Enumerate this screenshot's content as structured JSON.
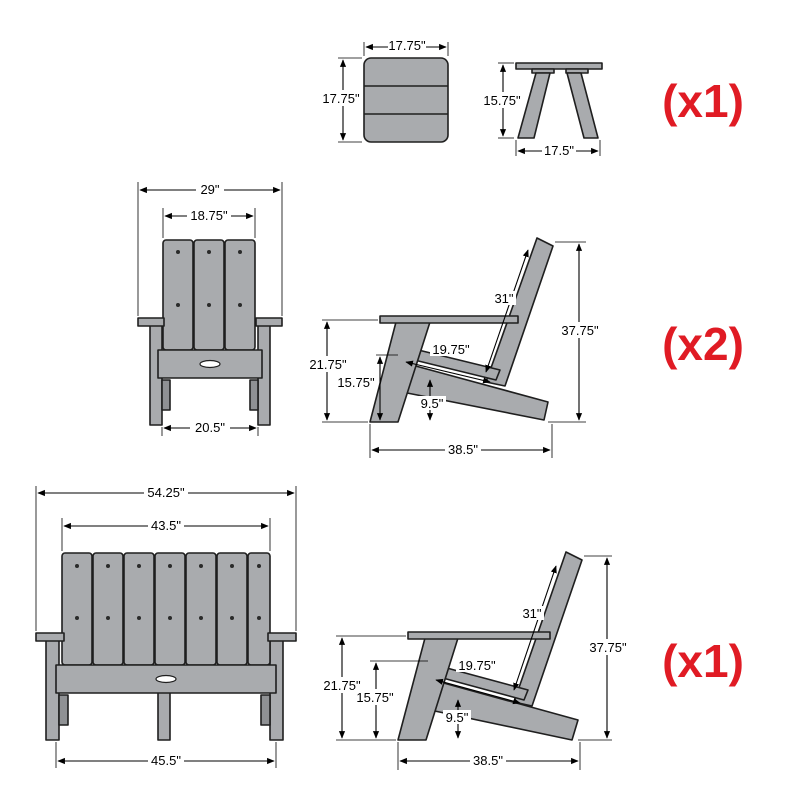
{
  "colors": {
    "part_fill": "#a9abae",
    "part_stroke": "#1f1f1f",
    "quantity_text": "#e01b24"
  },
  "side_table": {
    "top_view": {
      "width": "17.75\"",
      "depth": "17.75\""
    },
    "side_view": {
      "height": "15.75\"",
      "width": "17.5\""
    },
    "quantity": "(x1)"
  },
  "chair": {
    "front_view": {
      "overall_width": "29\"",
      "back_width": "18.75\"",
      "seat_width": "20.5\""
    },
    "side_view": {
      "back_length": "31\"",
      "seat_depth": "19.75\"",
      "arm_height": "21.75\"",
      "seat_height": "15.75\"",
      "seat_rise": "9.5\"",
      "overall_height": "37.75\"",
      "overall_depth": "38.5\""
    },
    "quantity": "(x2)"
  },
  "loveseat": {
    "front_view": {
      "overall_width": "54.25\"",
      "back_width": "43.5\"",
      "seat_width": "45.5\""
    },
    "side_view": {
      "back_length": "31\"",
      "seat_depth": "19.75\"",
      "arm_height": "21.75\"",
      "seat_height": "15.75\"",
      "seat_rise": "9.5\"",
      "overall_height": "37.75\"",
      "overall_depth": "38.5\""
    },
    "quantity": "(x1)"
  }
}
